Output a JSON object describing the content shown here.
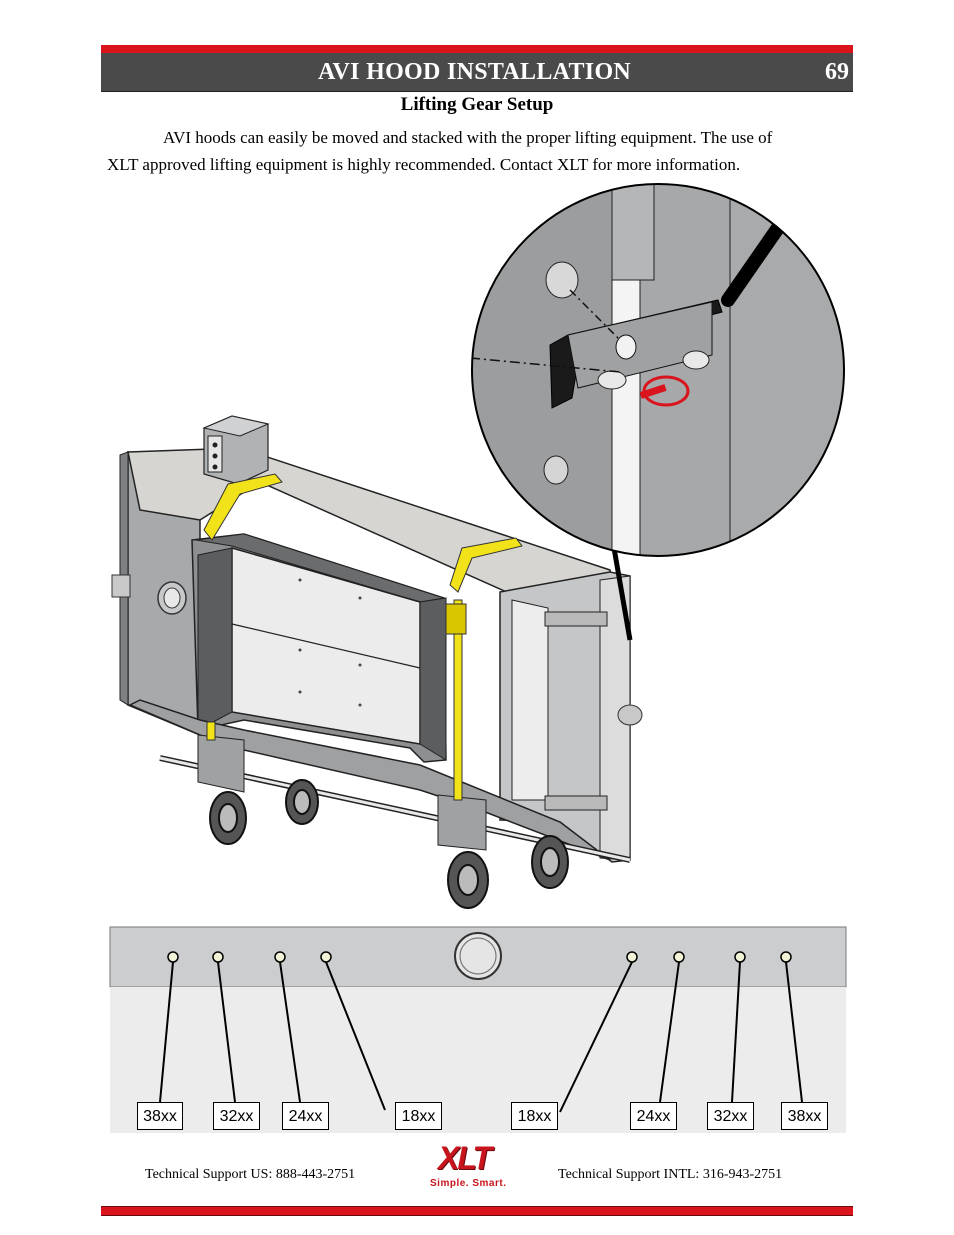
{
  "header": {
    "title": "AVI HOOD INSTALLATION",
    "page_number": "69"
  },
  "section": {
    "subtitle": "Lifting Gear Setup",
    "paragraph_line1": "AVI hoods can easily be moved and stacked with the proper lifting equipment.  The use of",
    "paragraph_line2": "XLT approved lifting equipment is highly recommended.  Contact XLT for more information."
  },
  "diagram": {
    "labels": [
      "38xx",
      "32xx",
      "24xx",
      "18xx",
      "18xx",
      "24xx",
      "32xx",
      "38xx"
    ]
  },
  "footer": {
    "support_us": "Technical Support  US:  888-443-2751",
    "support_intl": "Technical Support  INTL:  316-943-2751",
    "logo_text": "XLT",
    "logo_tagline": "Simple. Smart."
  },
  "colors": {
    "accent_red": "#d9141c",
    "header_gray": "#4a4a4a",
    "strap_yellow": "#f2e21a"
  }
}
